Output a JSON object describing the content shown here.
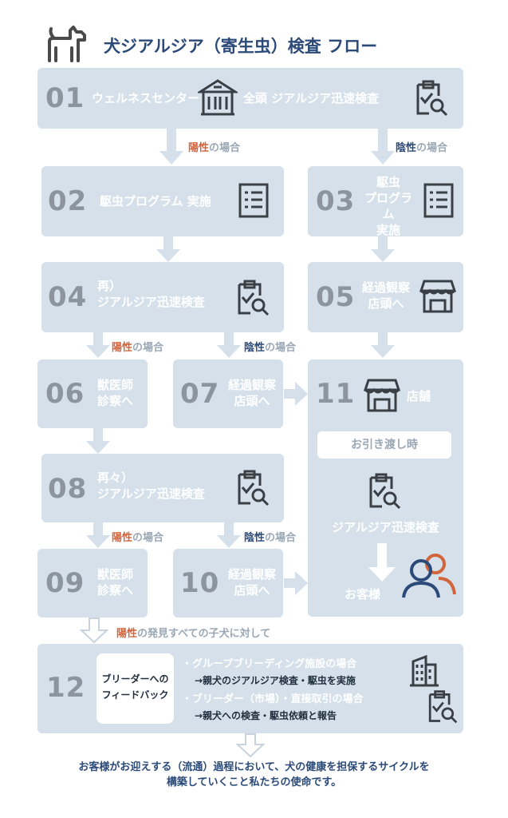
{
  "title": "犬ジアルジア（寄生虫）検査 フロー",
  "steps": {
    "s01": {
      "num": "01",
      "label": "ウェルネスセンター",
      "label2": "全頭 ジアルジア迅速検査"
    },
    "s02": {
      "num": "02",
      "label": "駆虫プログラム 実施"
    },
    "s03": {
      "num": "03",
      "line1": "駆虫",
      "line2": "プログラム",
      "line3": "実施"
    },
    "s04": {
      "num": "04",
      "line1": "再）",
      "line2": "ジアルジア迅速検査"
    },
    "s05": {
      "num": "05",
      "line1": "経過観察",
      "line2": "店頭へ"
    },
    "s06": {
      "num": "06",
      "line1": "獣医師",
      "line2": "診察へ"
    },
    "s07": {
      "num": "07",
      "line1": "経過観察",
      "line2": "店頭へ"
    },
    "s08": {
      "num": "08",
      "line1": "再々）",
      "line2": "ジアルジア迅速検査"
    },
    "s09": {
      "num": "09",
      "line1": "獣医師",
      "line2": "診察へ"
    },
    "s10": {
      "num": "10",
      "line1": "経過観察",
      "line2": "店頭へ"
    },
    "s11": {
      "num": "11",
      "label": "店舗",
      "pill": "お引き渡し時",
      "test": "ジアルジア迅速検査",
      "customer": "お客様"
    },
    "s12": {
      "num": "12",
      "fb1": "ブリーダーへの",
      "fb2": "フィードバック",
      "b1": "・グループブリーディング施設の場合",
      "b1sub": "→親犬のジアルジア検査・駆虫を実施",
      "b2": "・ブリーダー（市場）・直接取引の場合",
      "b2sub": "→親犬への検査・駆虫依頼と報告"
    }
  },
  "conditions": {
    "pos_word": "陽性",
    "neg_word": "陰性",
    "suffix": "の場合",
    "discovery_suffix": "の発見すべての子犬に対して"
  },
  "footer": {
    "line1": "お客様がお迎えする（流通）過程において、犬の健康を担保するサイクルを",
    "line2": "構築していくこと私たちの使命です。"
  },
  "colors": {
    "box": "#d5e0eb",
    "positive": "#d2643c",
    "negative": "#2b4a78",
    "number": "#8c959e",
    "accent_navy": "#2b4a78"
  }
}
